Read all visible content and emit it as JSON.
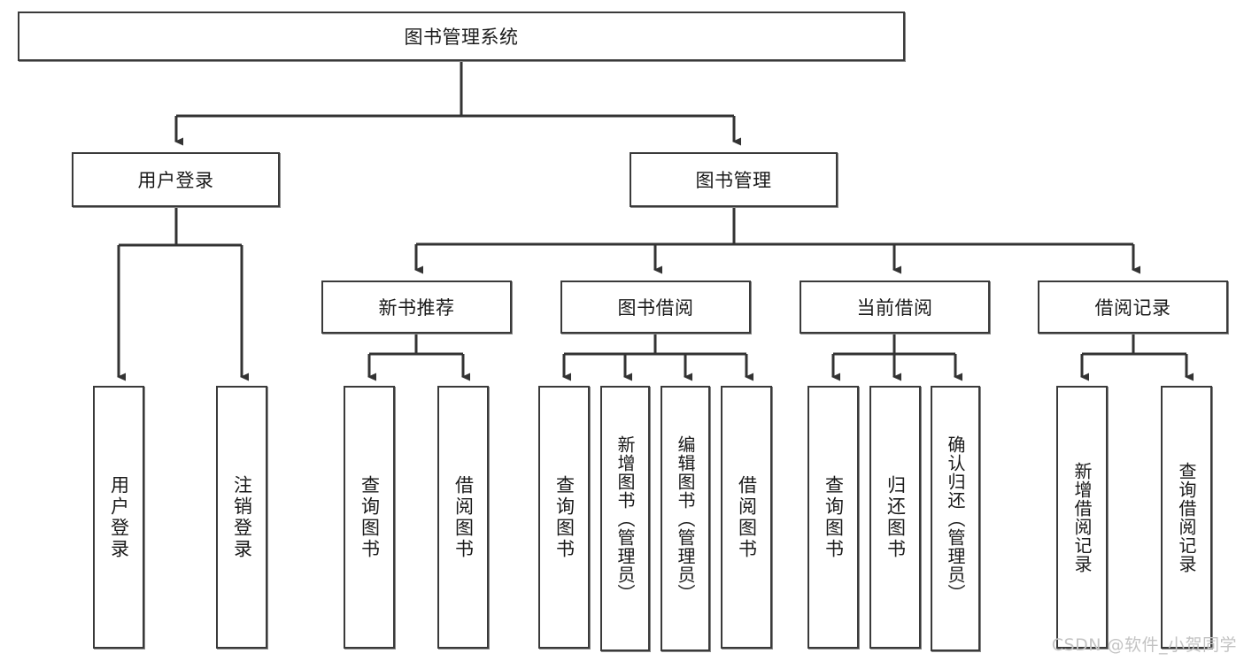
{
  "diagram": {
    "title": "图书管理系统",
    "watermark": "CSDN @软件_小贺同学",
    "colors": {
      "box_border": "#3a3a3a",
      "box_fill": "#ffffff",
      "connector": "#333333",
      "text": "#1a1a1a",
      "watermark": "#c3c3c3"
    },
    "root": {
      "label": "图书管理系统"
    },
    "level2": [
      {
        "label": "用户登录"
      },
      {
        "label": "图书管理"
      }
    ],
    "level3": [
      {
        "label": "新书推荐"
      },
      {
        "label": "图书借阅"
      },
      {
        "label": "当前借阅"
      },
      {
        "label": "借阅记录"
      }
    ],
    "leaves": {
      "user_login": [
        {
          "label": "用户登录"
        },
        {
          "label": "注销登录"
        }
      ],
      "new_book_recommend": [
        {
          "label": "查询图书"
        },
        {
          "label": "借阅图书"
        }
      ],
      "book_borrow": [
        {
          "label": "查询图书"
        },
        {
          "label": "新增图书（管理员）"
        },
        {
          "label": "编辑图书（管理员）"
        },
        {
          "label": "借阅图书"
        }
      ],
      "current_borrow": [
        {
          "label": "查询图书"
        },
        {
          "label": "归还图书"
        },
        {
          "label": "确认归还（管理员）"
        }
      ],
      "borrow_record": [
        {
          "label": "新增借阅记录"
        },
        {
          "label": "查询借阅记录"
        }
      ]
    }
  }
}
